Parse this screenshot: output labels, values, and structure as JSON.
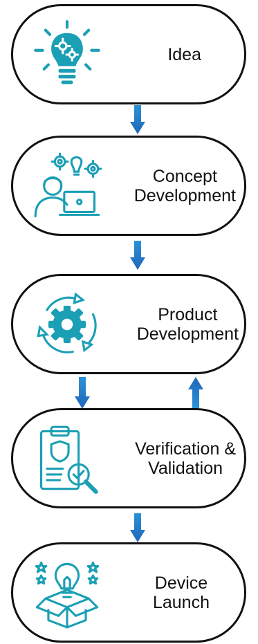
{
  "diagram": {
    "steps": [
      {
        "label": "Idea",
        "icon": "lightbulb-gear-icon"
      },
      {
        "label": "Concept\nDevelopment",
        "icon": "person-laptop-ideas-icon"
      },
      {
        "label": "Product\nDevelopment",
        "icon": "gear-cycle-icon"
      },
      {
        "label": "Verification &\nValidation",
        "icon": "clipboard-magnifier-icon"
      },
      {
        "label": "Device\nLaunch",
        "icon": "box-lightbulb-icon"
      }
    ],
    "colors": {
      "icon": "#1b9fb5",
      "arrow_top": "#2a93d8",
      "arrow_bottom": "#2166b8",
      "outline": "#111111"
    }
  }
}
